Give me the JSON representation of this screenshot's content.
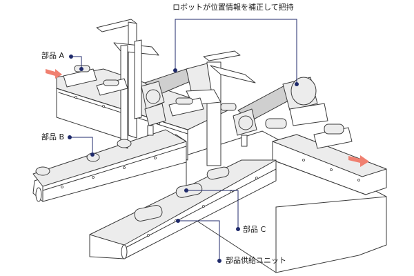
{
  "labels": {
    "robot_correction": "ロボットが位置情報を補正して把持",
    "part_a": "部品 A",
    "part_b": "部品 B",
    "part_c": "部品 C",
    "feed_unit": "部品供給ユニット"
  },
  "colors": {
    "callout": "#1f2a6b",
    "arrow": "#f08070",
    "line": "#3a3a3a"
  }
}
